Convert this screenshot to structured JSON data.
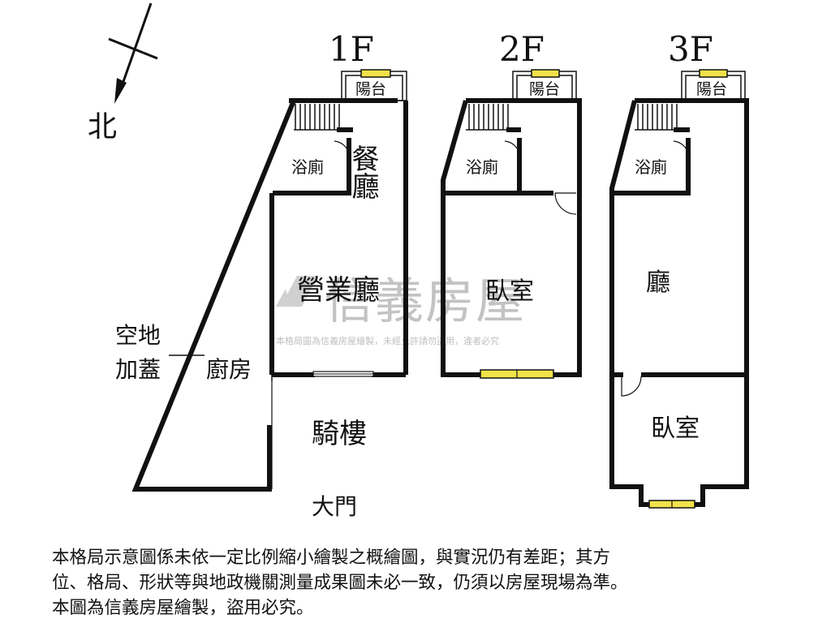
{
  "compass": {
    "label": "北"
  },
  "floors": [
    {
      "title": "1F",
      "rooms": {
        "balcony": "陽台",
        "dining": "餐廳",
        "bath": "浴廁",
        "shop": "營業廳",
        "kitchen": "廚房",
        "arcade": "騎樓"
      }
    },
    {
      "title": "2F",
      "rooms": {
        "balcony": "陽台",
        "bath": "浴廁",
        "bedroom": "臥室"
      }
    },
    {
      "title": "3F",
      "rooms": {
        "balcony": "陽台",
        "bath": "浴廁",
        "hall": "廳",
        "bedroom": "臥室"
      }
    }
  ],
  "outside_labels": {
    "open_space_line1": "空地",
    "open_space_line2": "加蓋",
    "main_door": "大門"
  },
  "watermark": {
    "brand": "信義房屋",
    "notice": "本格局圖為信義房屋繪製，未經允許請勿盜用，違者必究"
  },
  "disclaimer": [
    "本格局示意圖係未依一定比例縮小繪製之概繪圖，與實況仍有差距；其方",
    "位、格局、形狀等與地政機關測量成果圖未必一致，仍須以房屋現場為準。",
    "本圖為信義房屋繪製，盜用必究。"
  ],
  "colors": {
    "wall": "#111111",
    "window": "#f2e24a",
    "watermark": "#b9b9b9"
  }
}
